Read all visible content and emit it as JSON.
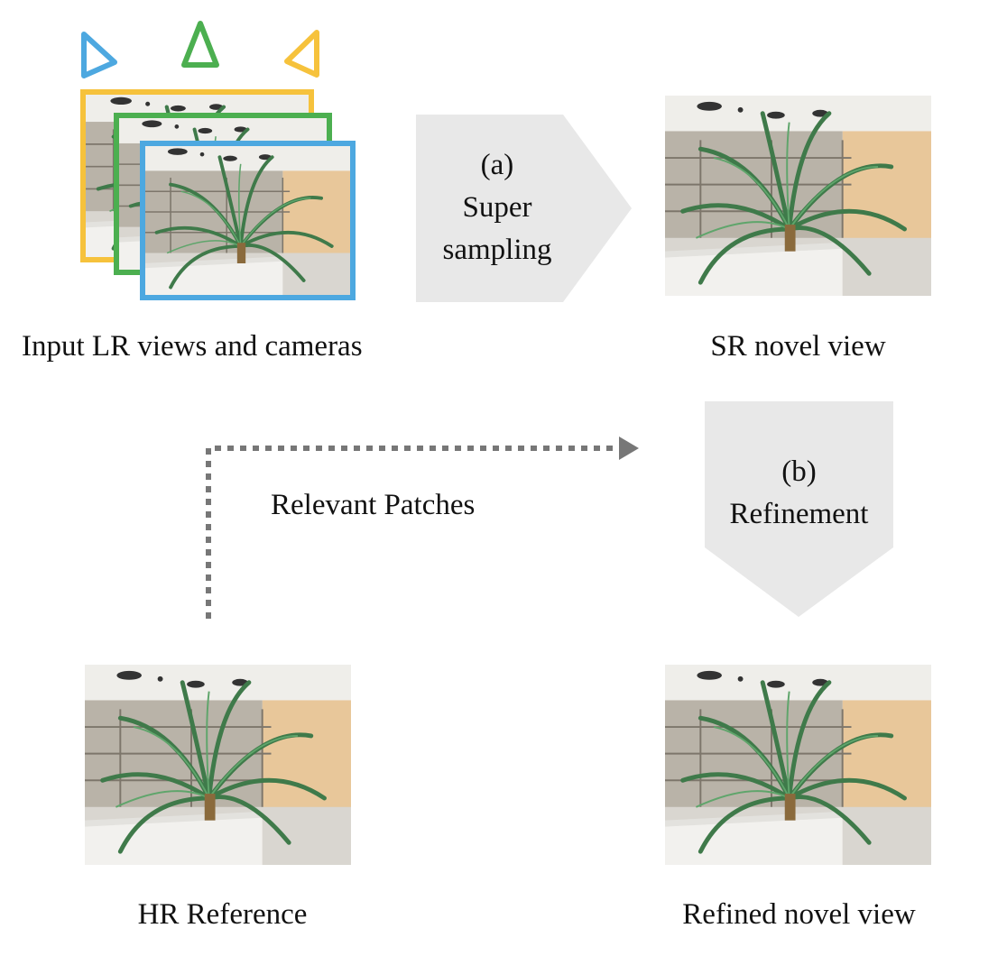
{
  "diagram": {
    "captions": {
      "input": "Input LR views and cameras",
      "sr_view": "SR novel view",
      "hr_reference": "HR Reference",
      "refined_view": "Refined novel view",
      "relevant_patches": "Relevant Patches"
    },
    "steps": {
      "a": {
        "label": "(a)",
        "line1": "Super",
        "line2": "sampling"
      },
      "b": {
        "label": "(b)",
        "line1": "Refinement"
      }
    },
    "colors": {
      "camera_blue": "#4da8e0",
      "camera_green": "#4caf50",
      "camera_yellow": "#f6c23c",
      "arrow_fill": "#e8e8e8",
      "dotted_arrow": "#777777"
    },
    "icons": [
      "camera-triangle-icon",
      "dotted-arrow-icon",
      "chevron-arrow"
    ]
  }
}
